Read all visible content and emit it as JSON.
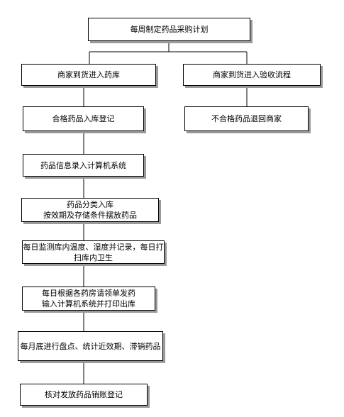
{
  "flowchart": {
    "nodes": [
      {
        "id": "weekly-plan",
        "lines": [
          "每周制定药品采购计划"
        ]
      },
      {
        "id": "goods-arrive-warehouse",
        "lines": [
          "商家到货进入药库"
        ]
      },
      {
        "id": "goods-inspection",
        "lines": [
          "商家到货进入验收流程"
        ]
      },
      {
        "id": "qualified-register",
        "lines": [
          "合格药品入库登记"
        ]
      },
      {
        "id": "unqualified-return",
        "lines": [
          "不合格药品退回商家"
        ]
      },
      {
        "id": "enter-system",
        "lines": [
          "药品信息录入计算机系统"
        ]
      },
      {
        "id": "classify-store",
        "lines": [
          "药品分类入库",
          "按效期及存储条件摆放药品"
        ]
      },
      {
        "id": "daily-monitor",
        "lines": [
          "每日监测库内温度、湿度并记录，每日打",
          "扫库内卫生"
        ]
      },
      {
        "id": "daily-dispense",
        "lines": [
          "每日根据各药房请领单发药",
          "输入计算机系统并打印出库"
        ]
      },
      {
        "id": "monthly-inventory",
        "lines": [
          "每月底进行盘点、统计近效期、滞销药品"
        ]
      },
      {
        "id": "verify-writeoff",
        "lines": [
          "核对发放药品销账登记"
        ]
      }
    ]
  }
}
